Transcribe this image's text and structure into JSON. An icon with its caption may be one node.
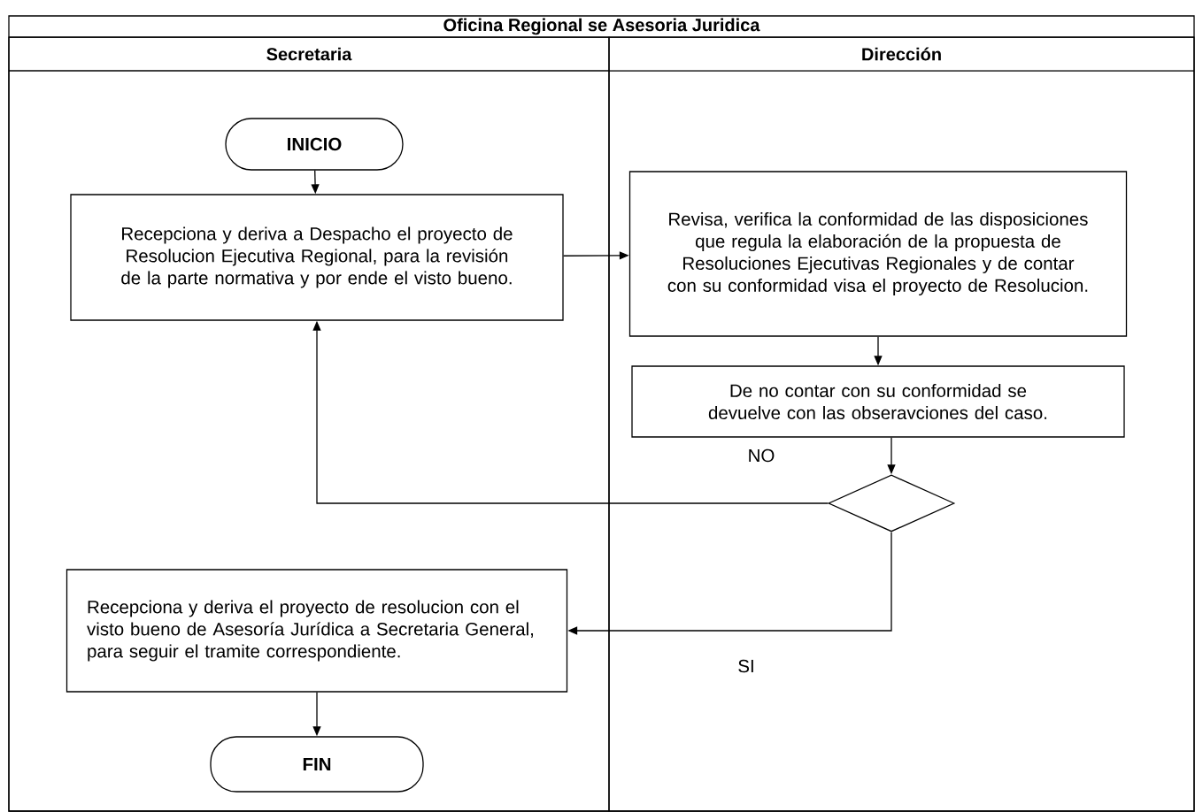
{
  "diagram": {
    "nodes": [
      {
        "text": [
          "Oficina Regional se Asesoria Juridica"
        ]
      },
      {
        "text": [
          "Secretaria"
        ],
        "in": 0
      },
      {
        "text": [
          "Dirección"
        ],
        "in": 0
      },
      {
        "text": [
          "INICIO"
        ],
        "in": 1
      },
      {
        "text": [
          "Recepciona y deriva a Despacho el proyecto de Resolucion Ejecutiva Regional, para la revisión de la parte normativa y por ende el visto bueno."
        ],
        "in": 1
      },
      {
        "text": [
          "Revisa, verifica la conformidad de las disposiciones que regula la elaboración de la propuesta de Resoluciones Ejecutivas Regionales y de contar con su conformidad visa el proyecto de Resolucion."
        ],
        "in": 2
      },
      {
        "text": [
          "De no contar con su conformidad se devuelve con las obseravciones del caso."
        ],
        "in": 2
      },
      {
        "text": [],
        "shape": "diamond",
        "in": 2
      },
      {
        "text": [
          "Recepciona y deriva el proyecto de resolucion con el visto bueno de Asesoría Jurídica a Secretaria General, para seguir el tramite correspondiente."
        ],
        "in": 1
      },
      {
        "text": [
          "FIN"
        ],
        "in": 1
      }
    ],
    "edges": [
      {
        "from": 3,
        "to": 4,
        "arrow": "to"
      },
      {
        "from": 4,
        "to": 5,
        "arrow": "to"
      },
      {
        "from": 5,
        "to": 6,
        "arrow": "to"
      },
      {
        "from": 6,
        "to": 7,
        "arrow": "to"
      },
      {
        "from": 7,
        "to": 4,
        "arrow": "to",
        "label": "NO"
      },
      {
        "from": 7,
        "to": 8,
        "arrow": "to",
        "label": "SI"
      },
      {
        "from": 8,
        "to": 9,
        "arrow": "to"
      }
    ]
  }
}
